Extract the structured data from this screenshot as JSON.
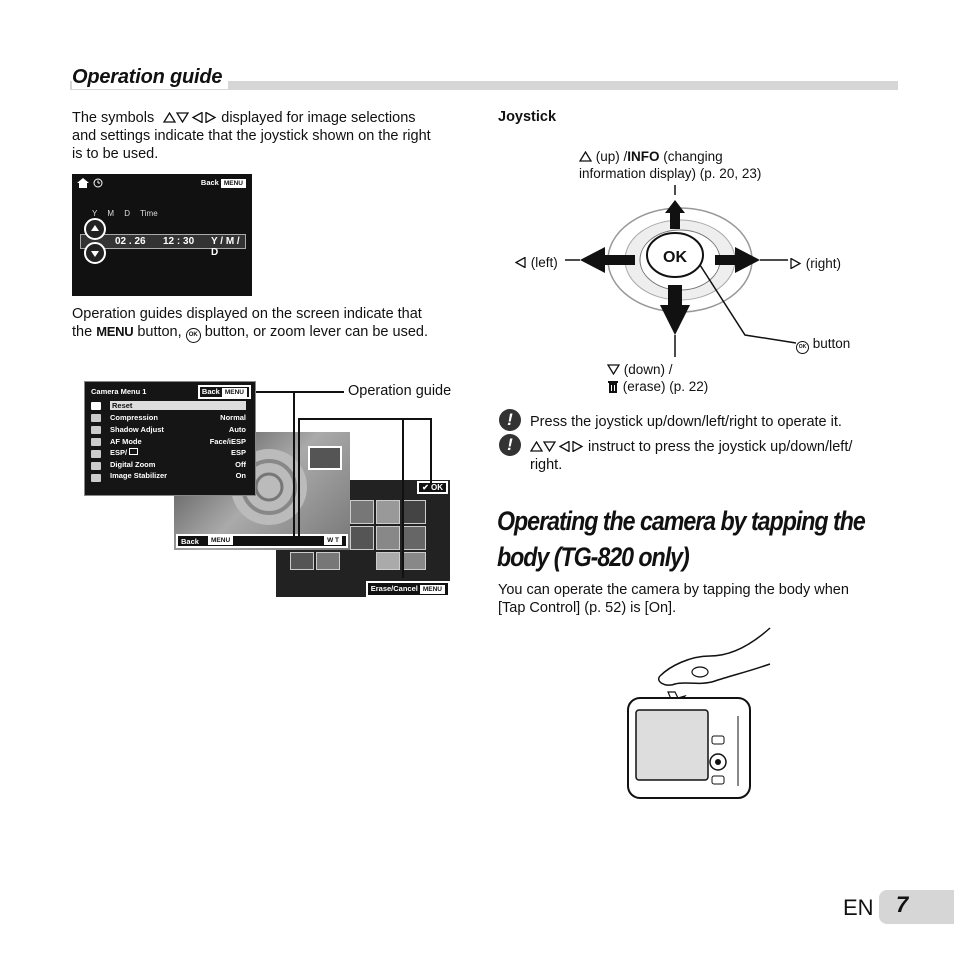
{
  "section": {
    "title": "Operation guide",
    "intro_before": "The symbols",
    "intro_after_line1": "displayed for image selections",
    "intro_line2": "and settings indicate that the joystick shown on the right",
    "intro_line3": "is to be used.",
    "guides_line1": "Operation guides displayed on the screen indicate that",
    "guides_the": "the",
    "guides_menu": "MENU",
    "guides_button": "button,",
    "guides_after_ok": "button, or zoom lever can be used.",
    "operation_guide_label": "Operation guide"
  },
  "date_screen": {
    "back": "Back",
    "menu": "MENU",
    "columns": "Y M D Time",
    "value_date": "02 . 26",
    "value_time": "12 : 30",
    "value_format": "Y / M / D"
  },
  "camera_menu": {
    "title": "Camera Menu 1",
    "back": "Back",
    "menu": "MENU",
    "rows": [
      {
        "label": "Reset",
        "value": ""
      },
      {
        "label": "Compression",
        "value": "Normal"
      },
      {
        "label": "Shadow Adjust",
        "value": "Auto"
      },
      {
        "label": "AF Mode",
        "value": "Face/iESP"
      },
      {
        "label": "ESP/",
        "value": "ESP"
      },
      {
        "label": "Digital Zoom",
        "value": "Off"
      },
      {
        "label": "Image Stabilizer",
        "value": "On"
      }
    ]
  },
  "screen2": {
    "back": "Back",
    "menu": "MENU",
    "wt": "W T"
  },
  "screen3": {
    "ok": "OK",
    "erase_cancel": "Erase/Cancel",
    "menu": "MENU"
  },
  "joystick": {
    "title": "Joystick",
    "up_text": "(up) /",
    "up_info": "INFO",
    "up_text2": "(changing",
    "up_line2": "information display) (p. 20, 23)",
    "left": "(left)",
    "right": "(right)",
    "ok_button": "button",
    "down_text": "(down) /",
    "erase_text": "(erase) (p. 22)",
    "ok_label": "OK"
  },
  "notes": {
    "note1": "Press the joystick up/down/left/right to operate it.",
    "note2_a": "instruct to press the joystick up/down/left/",
    "note2_b": "right."
  },
  "tapping": {
    "title_line1": "Operating the camera by tapping the",
    "title_line2": "body (TG-820 only)",
    "body_line1": "You can operate the camera by tapping the body when",
    "body_line2": "[Tap Control] (p. 52) is [On]."
  },
  "footer": {
    "lang": "EN",
    "page": "7"
  }
}
